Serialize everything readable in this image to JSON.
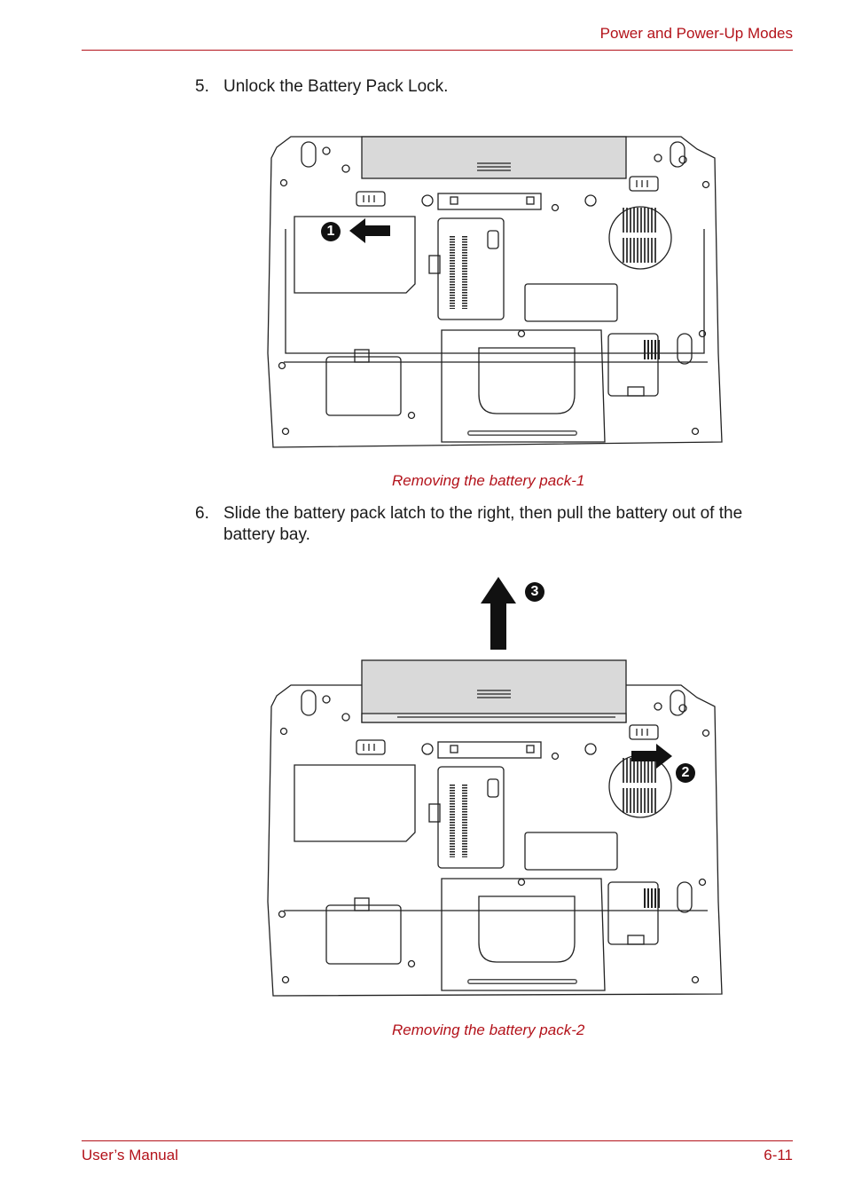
{
  "header": {
    "title": "Power and Power-Up Modes"
  },
  "steps": [
    {
      "number": "5.",
      "text": "Unlock the Battery Pack Lock."
    },
    {
      "number": "6.",
      "text": "Slide the battery pack latch to the right, then pull the battery out of the battery bay."
    }
  ],
  "figures": [
    {
      "caption": "Removing the battery pack-1",
      "callouts": [
        "1"
      ]
    },
    {
      "caption": "Removing the battery pack-2",
      "callouts": [
        "2",
        "3"
      ]
    }
  ],
  "footer": {
    "left": "User’s Manual",
    "right": "6-11"
  },
  "colors": {
    "accent": "#b3121a",
    "text": "#1a1a1a",
    "drawing": "#222222",
    "battery_fill": "#d9d9d9"
  }
}
